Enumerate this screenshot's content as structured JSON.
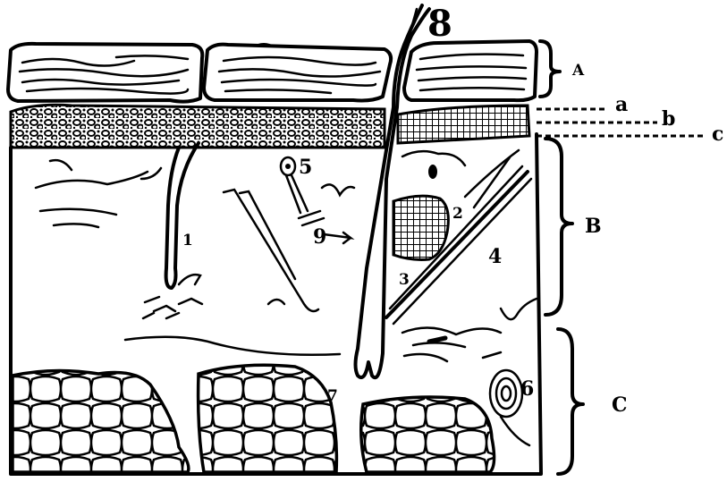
{
  "labels": {
    "hair_number": "8",
    "layer_A": "A",
    "layer_B": "B",
    "layer_C": "C",
    "sub_a": "a",
    "sub_b": "b",
    "sub_c": "c",
    "n1": "1",
    "n2": "2",
    "n3": "3",
    "n4": "4",
    "n5": "5",
    "n6": "6",
    "n7": "7",
    "n9": "9"
  }
}
